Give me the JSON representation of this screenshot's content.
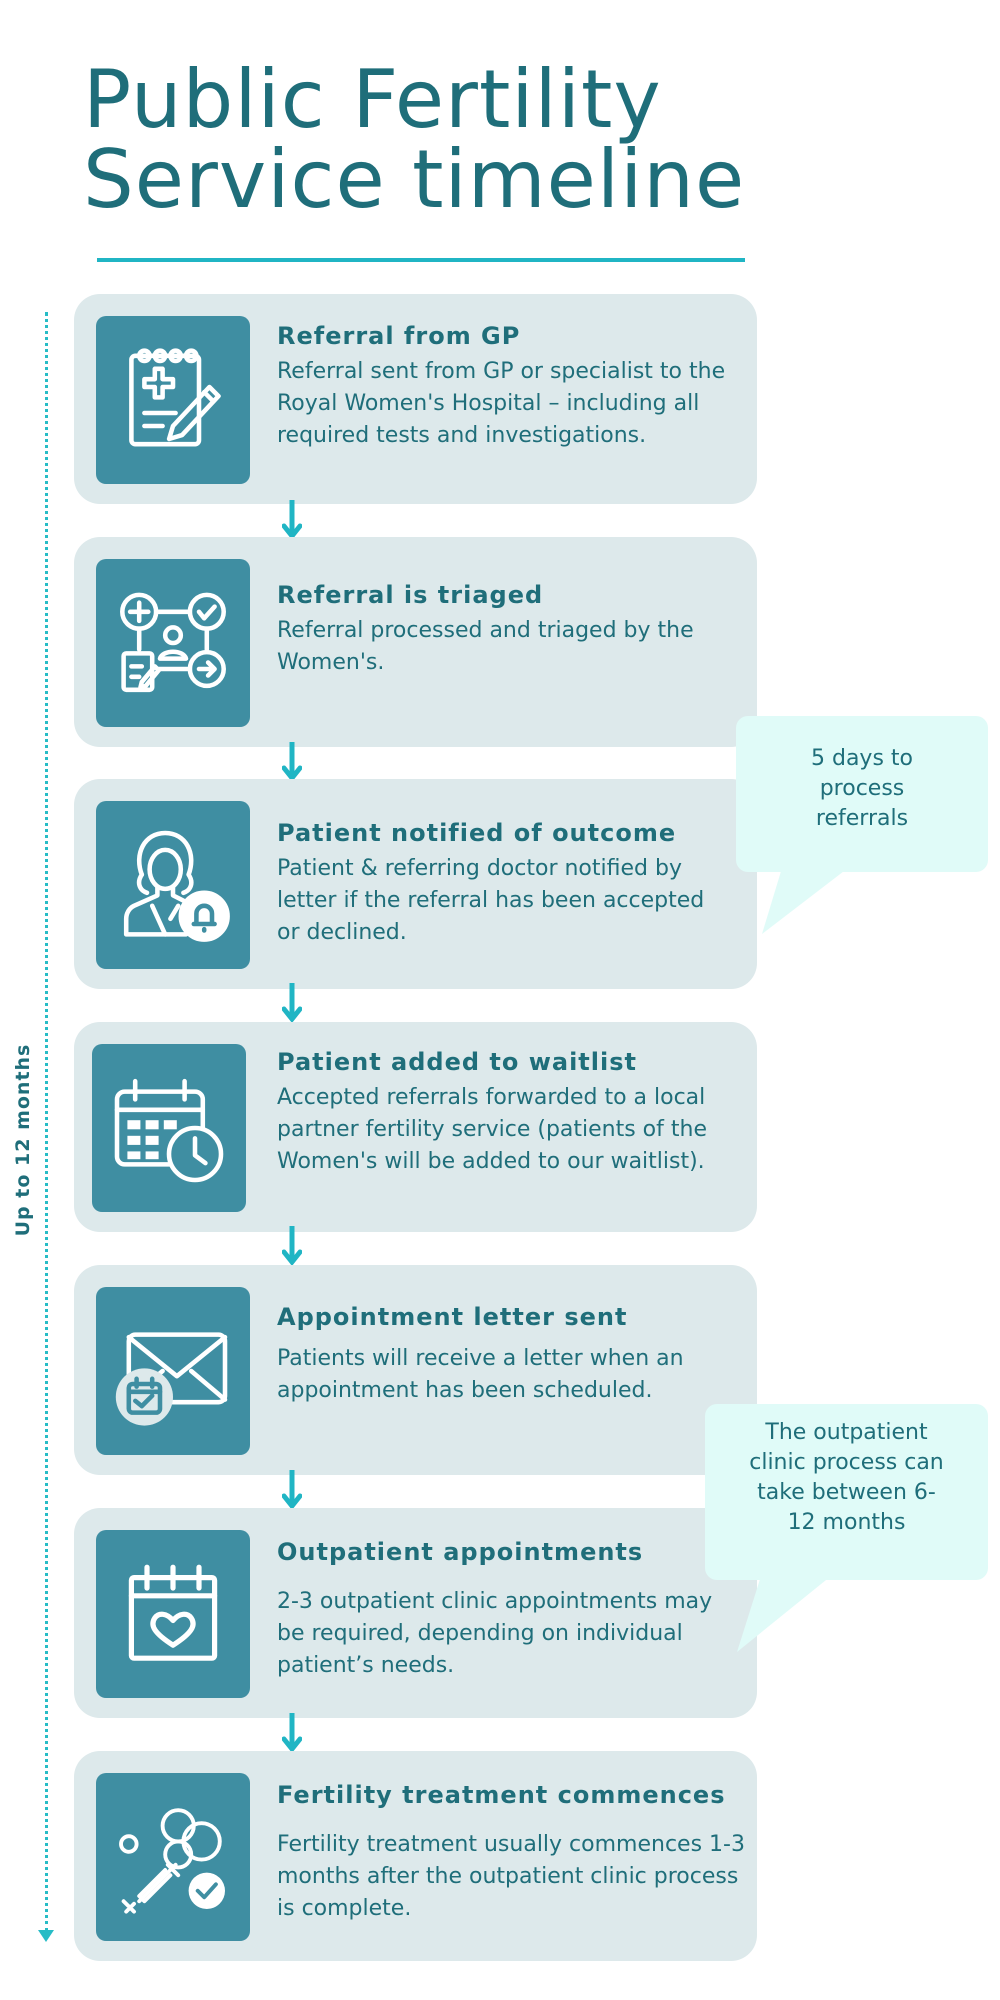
{
  "title_line1": "Public Fertility",
  "title_line2": "Service timeline",
  "side_label": "Up to 12 months",
  "colors": {
    "teal_dark": "#1f6e7a",
    "accent": "#20b5c4",
    "tile": "#3f8ea2",
    "card": "#dde9eb",
    "bubble": "#e0fbf8"
  },
  "steps": [
    {
      "icon": "clipboard-pencil-icon",
      "heading": "Referral from GP",
      "desc": "Referral sent from GP or specialist to the Royal Women's Hospital – including all required tests and investigations."
    },
    {
      "icon": "triage-flow-icon",
      "heading": "Referral is triaged",
      "desc": "Referral processed and triaged by the Women's."
    },
    {
      "icon": "doctor-bell-icon",
      "heading": "Patient notified of outcome",
      "desc": "Patient & referring doctor notified by letter if the referral has been accepted or declined."
    },
    {
      "icon": "calendar-clock-icon",
      "heading": "Patient added to waitlist",
      "desc": "Accepted referrals forwarded to a local partner fertility service (patients of the Women's will be added to our waitlist)."
    },
    {
      "icon": "envelope-calendar-icon",
      "heading": "Appointment letter sent",
      "desc": "Patients will receive a letter when an appointment has been scheduled."
    },
    {
      "icon": "calendar-heart-icon",
      "heading": "Outpatient appointments",
      "desc": "2-3 outpatient clinic appointments may be required, depending on individual patient’s needs."
    },
    {
      "icon": "syringe-cells-icon",
      "heading": "Fertility treatment commences",
      "desc": "Fertility treatment usually commences 1-3 months after the outpatient clinic process is complete."
    }
  ],
  "bubbles": [
    {
      "text": "5 days to process referrals"
    },
    {
      "text": "The outpatient clinic process can take between 6-12 months"
    }
  ]
}
